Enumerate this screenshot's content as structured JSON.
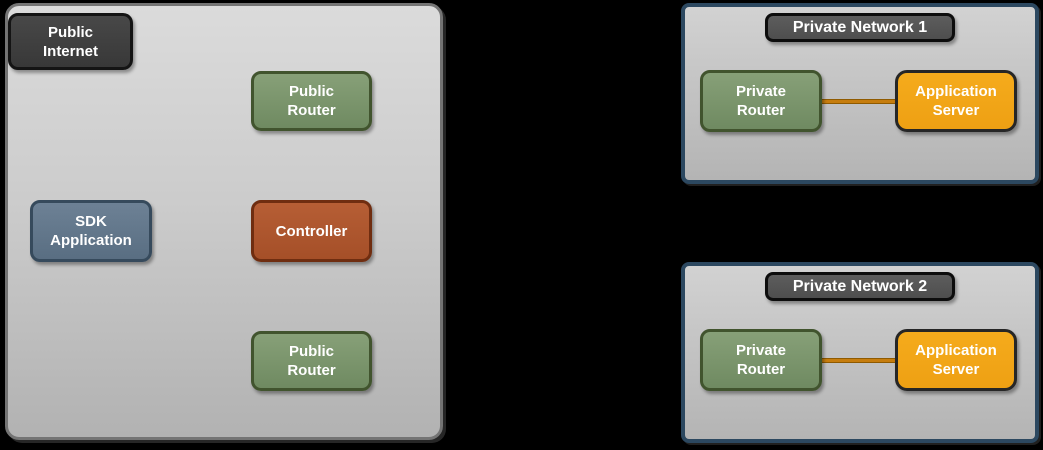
{
  "palette": {
    "background": "#000000",
    "cloud_fill_top": "#dbdbdb",
    "cloud_fill_bottom": "#b2b2b2",
    "cloud_border": "#747474",
    "network_border": "#2c4860",
    "dark_node_fill": "#3f3f3f",
    "title_node_fill": "#555555",
    "green_node_fill": "#7b9470",
    "green_node_border": "#41542e",
    "slate_node_fill": "#64778b",
    "slate_node_border": "#364a5c",
    "rust_node_fill": "#ad5530",
    "rust_node_border": "#6f2d10",
    "orange_node_fill": "#f2a51a",
    "orange_node_border": "#262626",
    "connector_line": "#c67d0e",
    "label_text": "#ffffff"
  },
  "public_cloud": {
    "public_internet": "Public\nInternet",
    "public_router_top": "Public\nRouter",
    "sdk_application": "SDK\nApplication",
    "controller": "Controller",
    "public_router_bottom": "Public\nRouter"
  },
  "private_networks": [
    {
      "title": "Private Network 1",
      "router": "Private\nRouter",
      "server": "Application\nServer"
    },
    {
      "title": "Private Network 2",
      "router": "Private\nRouter",
      "server": "Application\nServer"
    }
  ]
}
